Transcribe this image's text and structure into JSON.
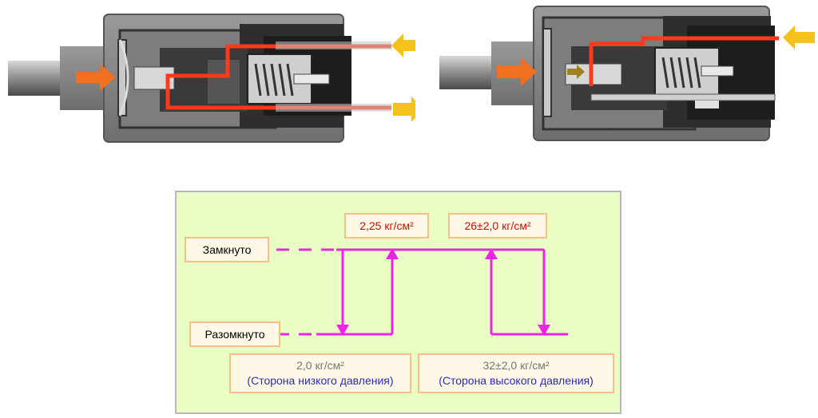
{
  "diagram": {
    "labels": {
      "closed": "Замкнуто",
      "open": "Разомкнуто"
    },
    "thresholds": {
      "low_on": "2,25 кг/см²",
      "high_off": "26±2,0 кг/см²",
      "low_off": "2,0 кг/см²",
      "low_side": "(Сторона низкого давления)",
      "high_on": "32±2,0 кг/см²",
      "high_side": "(Сторона высокого давления)"
    }
  },
  "colors": {
    "signal": "#ee22e8",
    "panel_bg": "#eafdc4",
    "box_border": "#f3c184",
    "flow": "#ff3a1a",
    "arrow_orange": "#f07020",
    "arrow_yellow": "#f5c21b"
  }
}
